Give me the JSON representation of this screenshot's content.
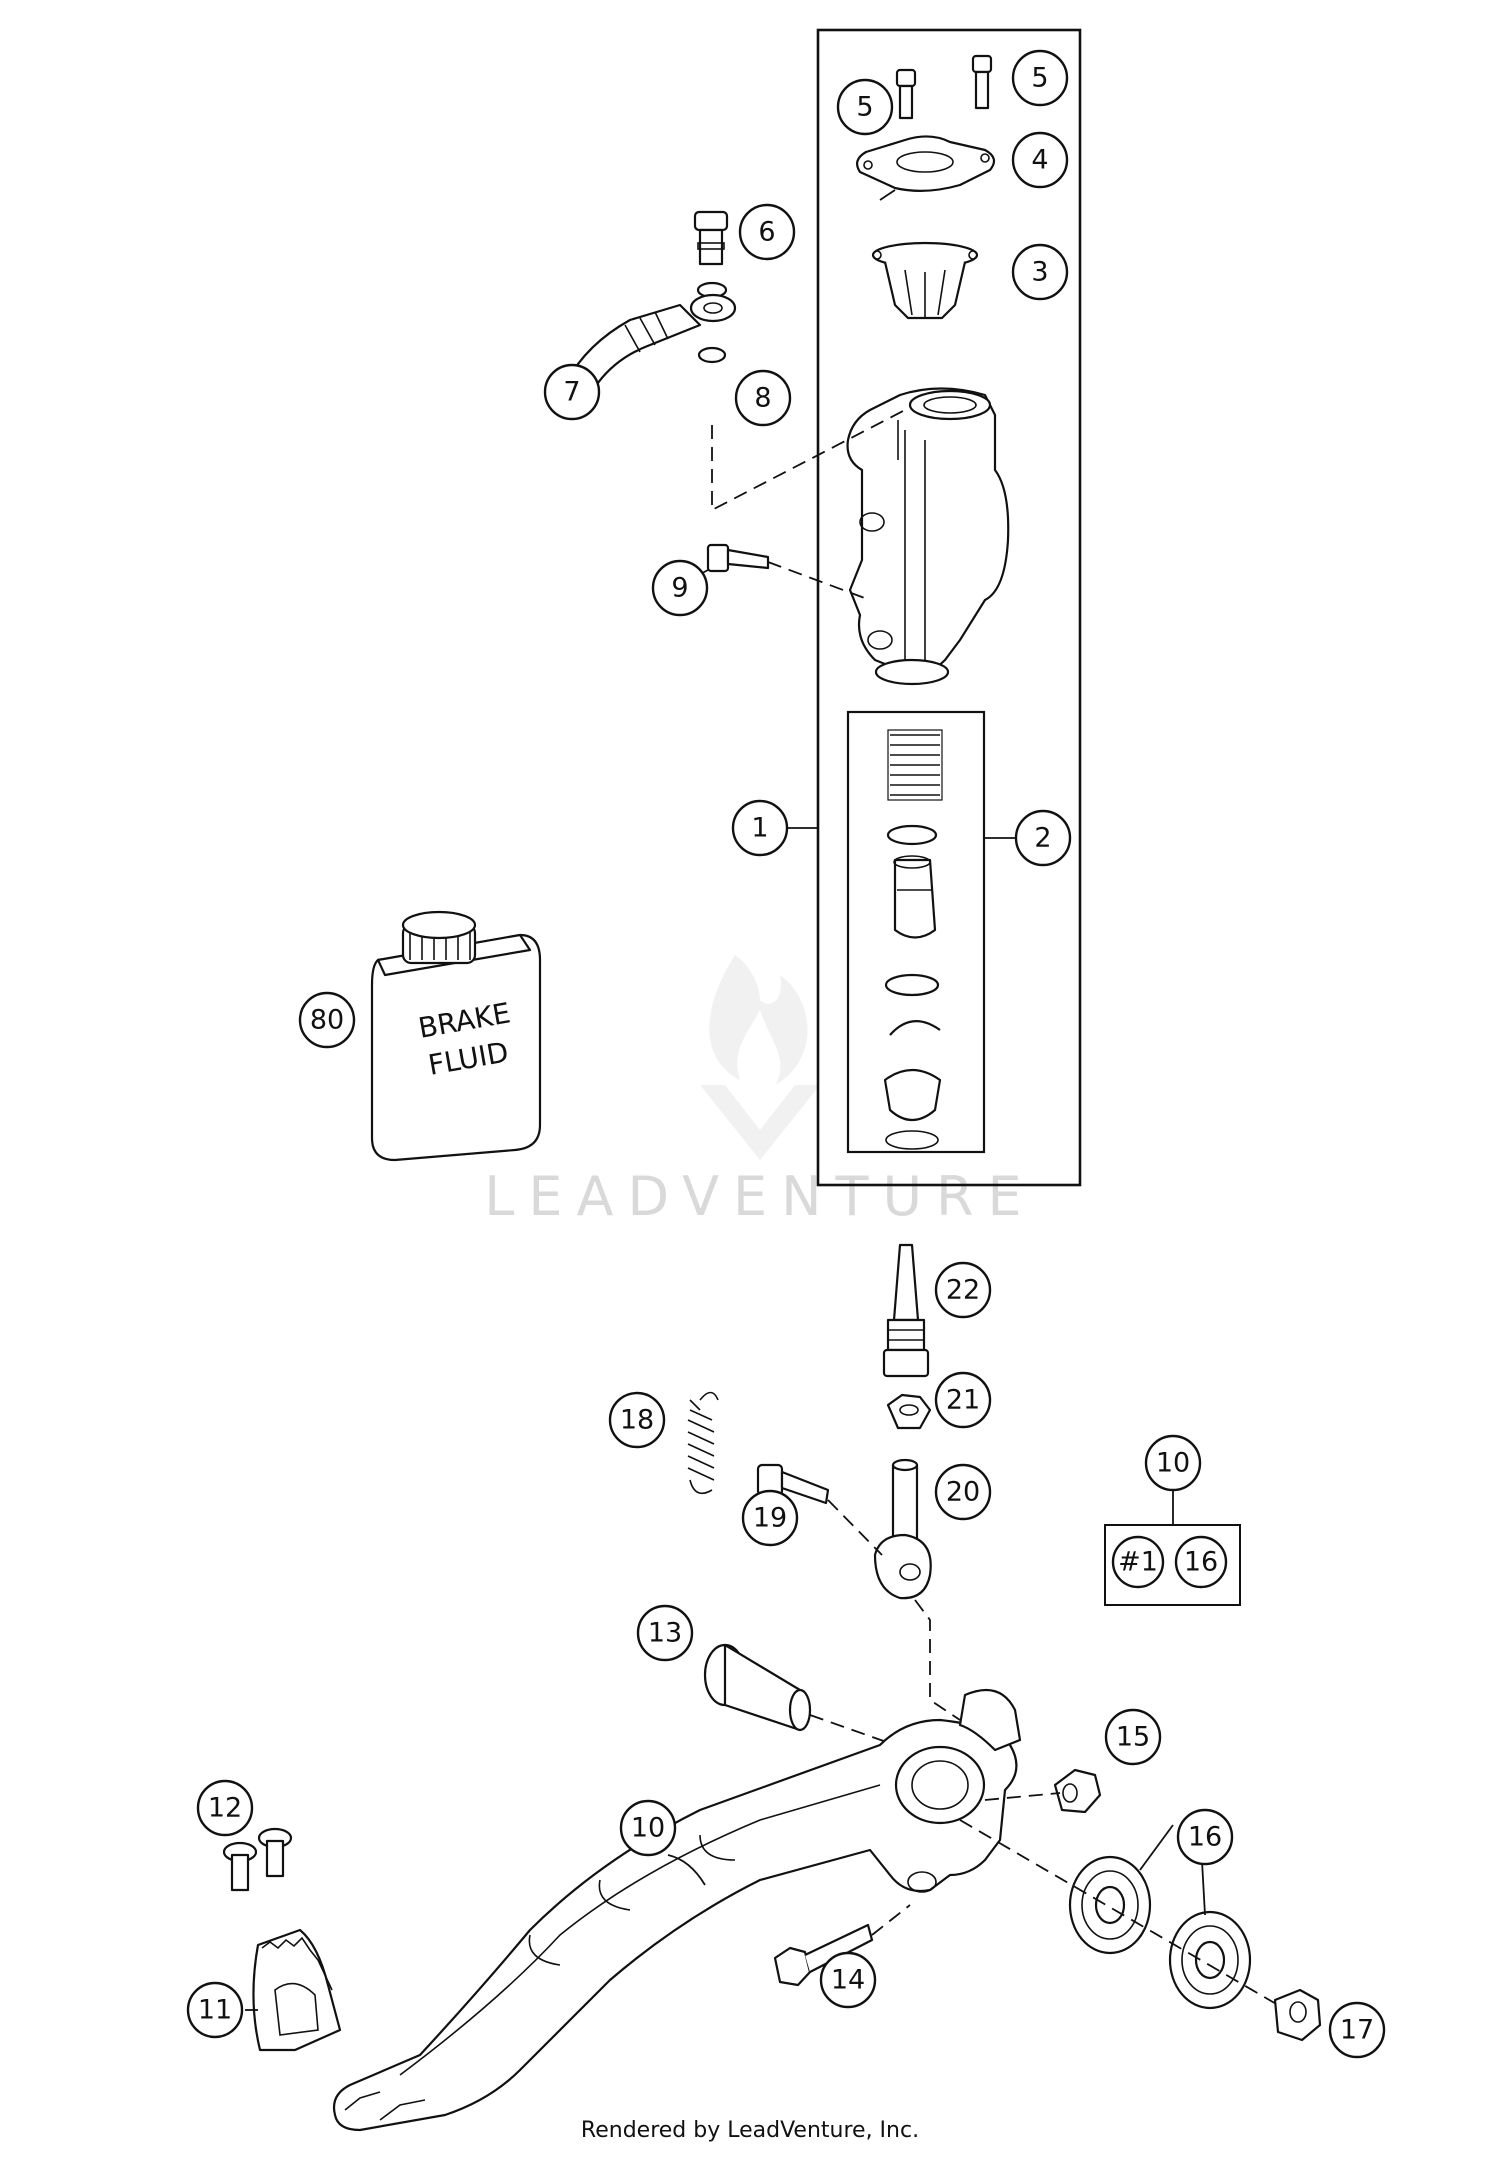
{
  "callouts": {
    "c1": "1",
    "c2": "2",
    "c3": "3",
    "c4": "4",
    "c5a": "5",
    "c5b": "5",
    "c6": "6",
    "c7": "7",
    "c8": "8",
    "c9": "9",
    "c10top": "10",
    "c10": "10",
    "kit1": "#1",
    "kit16": "16",
    "c11": "11",
    "c12": "12",
    "c13": "13",
    "c14": "14",
    "c15": "15",
    "c16": "16",
    "c17": "17",
    "c18": "18",
    "c19": "19",
    "c20": "20",
    "c21": "21",
    "c22": "22",
    "c80": "80"
  },
  "bottle_label_line1": "BRAKE",
  "bottle_label_line2": "FLUID",
  "watermark": "LEADVENTURE",
  "footer": "Rendered by LeadVenture, Inc."
}
